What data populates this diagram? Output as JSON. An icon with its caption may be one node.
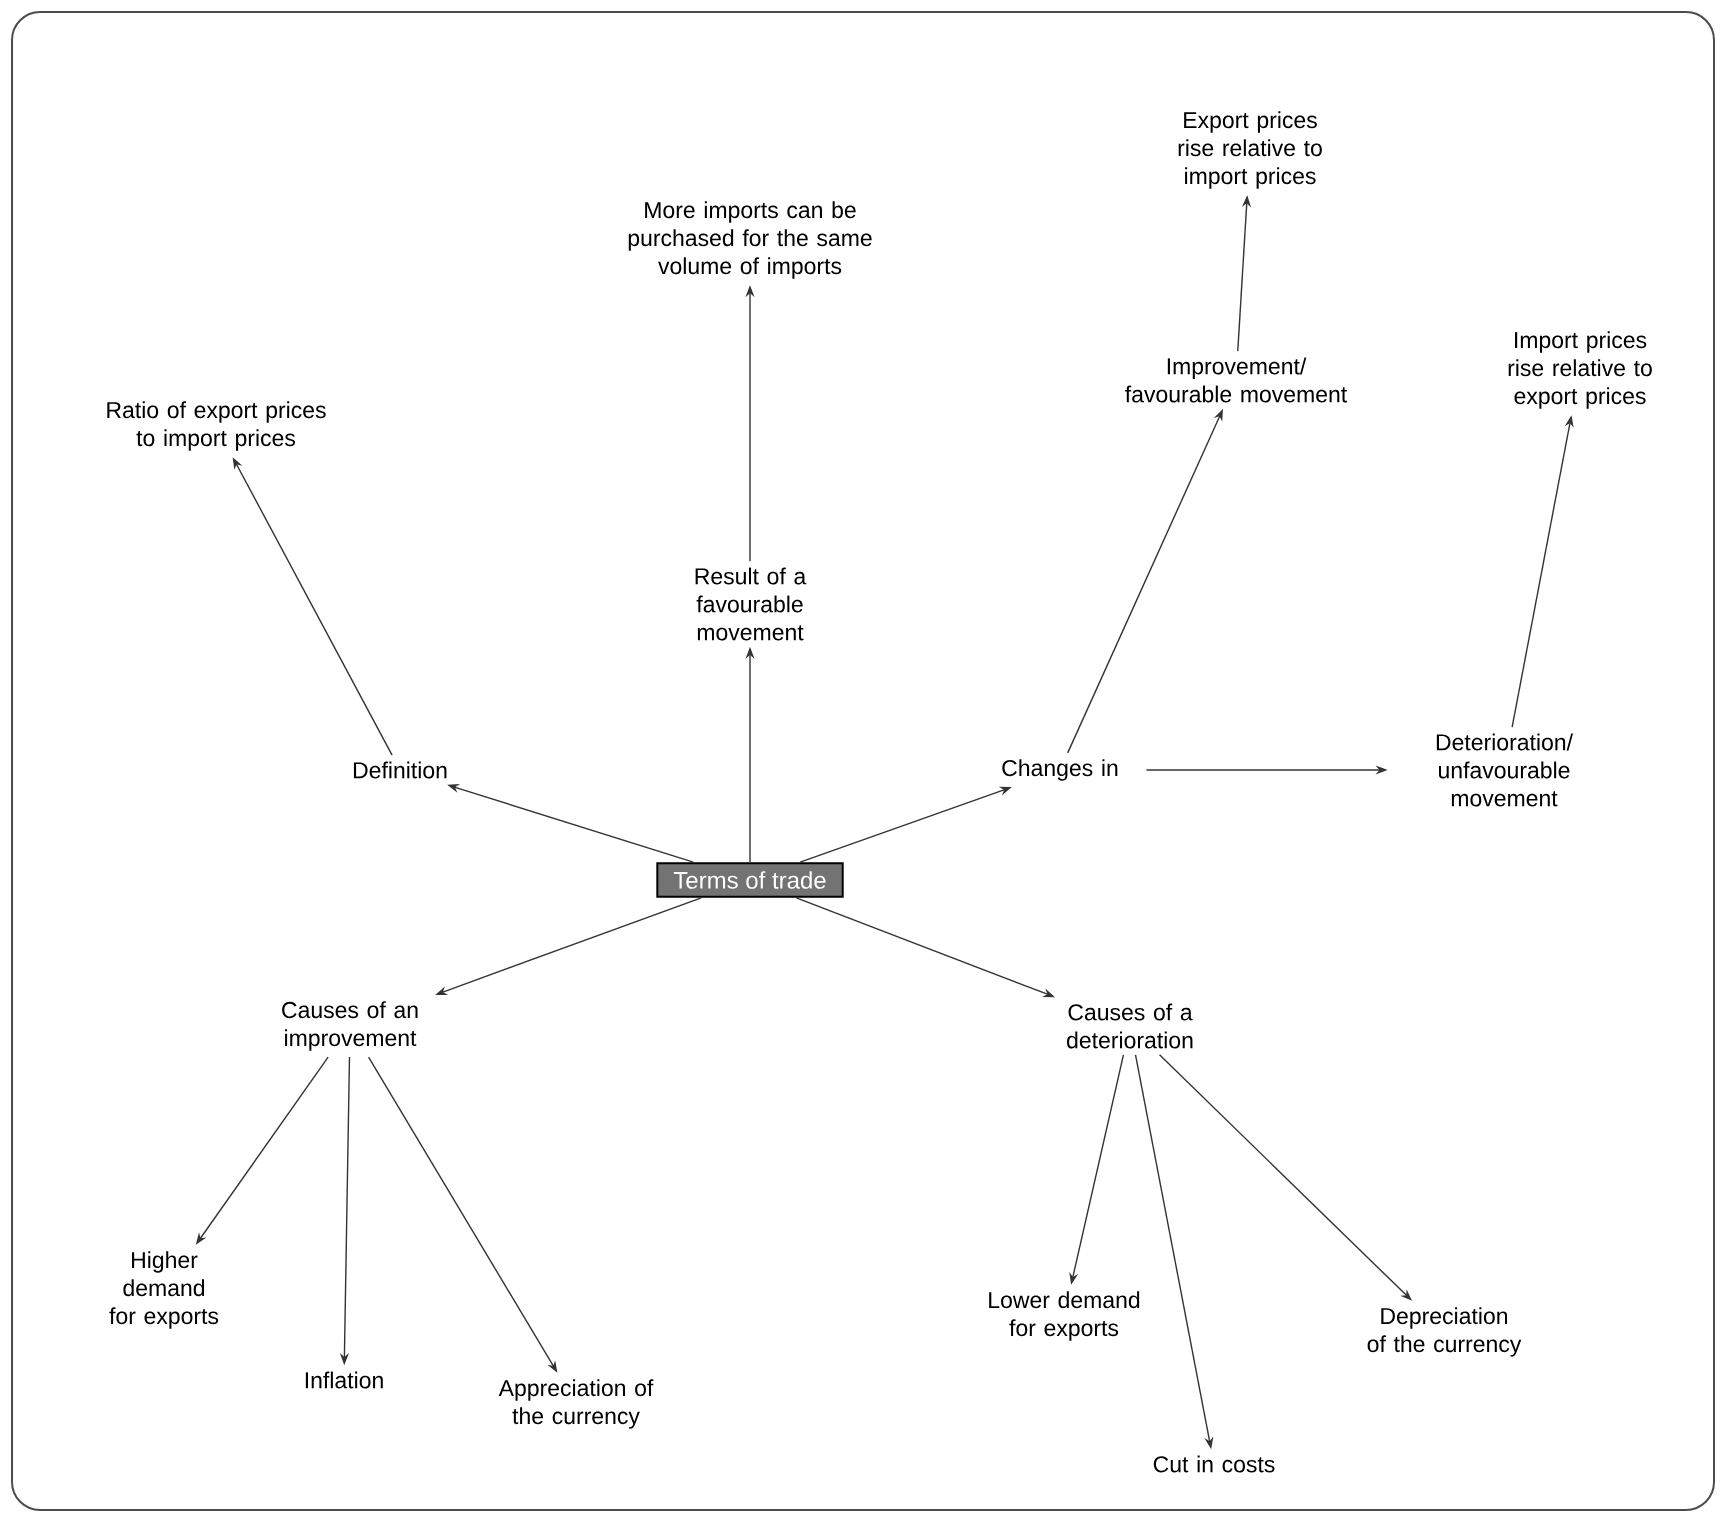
{
  "diagram": {
    "nodes": [
      {
        "text": [
          "Terms of trade"
        ]
      },
      {
        "text": [
          "Definition"
        ]
      },
      {
        "text": [
          "Ratio of export prices to import prices"
        ]
      },
      {
        "text": [
          "Result of a favourable movement"
        ]
      },
      {
        "text": [
          "More imports can be purchased for the same volume of imports"
        ]
      },
      {
        "text": [
          "Changes in"
        ]
      },
      {
        "text": [
          "Improvement/ favourable movement"
        ]
      },
      {
        "text": [
          "Export prices rise relative to import prices"
        ]
      },
      {
        "text": [
          "Deterioration/ unfavourable movement"
        ]
      },
      {
        "text": [
          "Import prices rise relative to export prices"
        ]
      },
      {
        "text": [
          "Causes of an improvement"
        ]
      },
      {
        "text": [
          "Higher demand for exports"
        ]
      },
      {
        "text": [
          "Inflation"
        ]
      },
      {
        "text": [
          "Appreciation of the currency"
        ]
      },
      {
        "text": [
          "Causes of a deterioration"
        ]
      },
      {
        "text": [
          "Lower demand for exports"
        ]
      },
      {
        "text": [
          "Cut in costs"
        ]
      },
      {
        "text": [
          "Depreciation of the currency"
        ]
      }
    ],
    "edges": [
      {
        "from": 0,
        "to": 1,
        "arrow": "to"
      },
      {
        "from": 1,
        "to": 2,
        "arrow": "to"
      },
      {
        "from": 0,
        "to": 3,
        "arrow": "to"
      },
      {
        "from": 3,
        "to": 4,
        "arrow": "to"
      },
      {
        "from": 0,
        "to": 5,
        "arrow": "to"
      },
      {
        "from": 5,
        "to": 6,
        "arrow": "to"
      },
      {
        "from": 6,
        "to": 7,
        "arrow": "to"
      },
      {
        "from": 5,
        "to": 8,
        "arrow": "to"
      },
      {
        "from": 8,
        "to": 9,
        "arrow": "to"
      },
      {
        "from": 0,
        "to": 10,
        "arrow": "to"
      },
      {
        "from": 10,
        "to": 11,
        "arrow": "to"
      },
      {
        "from": 10,
        "to": 12,
        "arrow": "to"
      },
      {
        "from": 10,
        "to": 13,
        "arrow": "to"
      },
      {
        "from": 0,
        "to": 14,
        "arrow": "to"
      },
      {
        "from": 14,
        "to": 15,
        "arrow": "to"
      },
      {
        "from": 14,
        "to": 16,
        "arrow": "to"
      },
      {
        "from": 14,
        "to": 17,
        "arrow": "to"
      }
    ]
  }
}
